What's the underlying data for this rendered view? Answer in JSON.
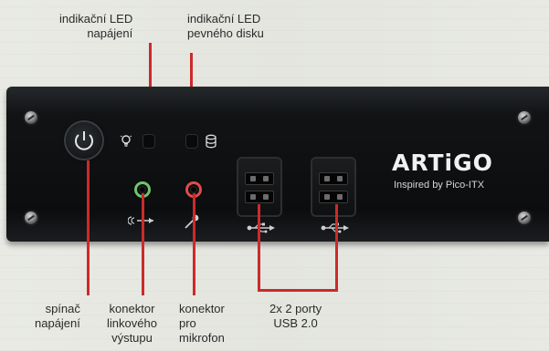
{
  "callouts": {
    "power_led": {
      "line1": "indikační LED",
      "line2": "napájení"
    },
    "hdd_led": {
      "line1": "indikační LED",
      "line2": "pevného disku"
    },
    "power_switch": {
      "line1": "spínač",
      "line2": "napájení"
    },
    "line_out": {
      "line1": "konektor",
      "line2": "linkového",
      "line3": "výstupu"
    },
    "mic": {
      "line1": "konektor",
      "line2": "pro",
      "line3": "mikrofon"
    },
    "usb": {
      "line1": "2x 2 porty",
      "line2": "USB 2.0"
    }
  },
  "device": {
    "brand": "ARTiGO",
    "tagline": "Inspired by Pico-ITX"
  },
  "icons": [
    "power-icon",
    "bulb-icon",
    "disk-icon",
    "headphone-icon",
    "microphone-icon",
    "usb-icon"
  ],
  "colors": {
    "callout_line": "#cc2a2a",
    "line_out_jack": "#6fc46e",
    "mic_jack": "#e04b4b"
  }
}
